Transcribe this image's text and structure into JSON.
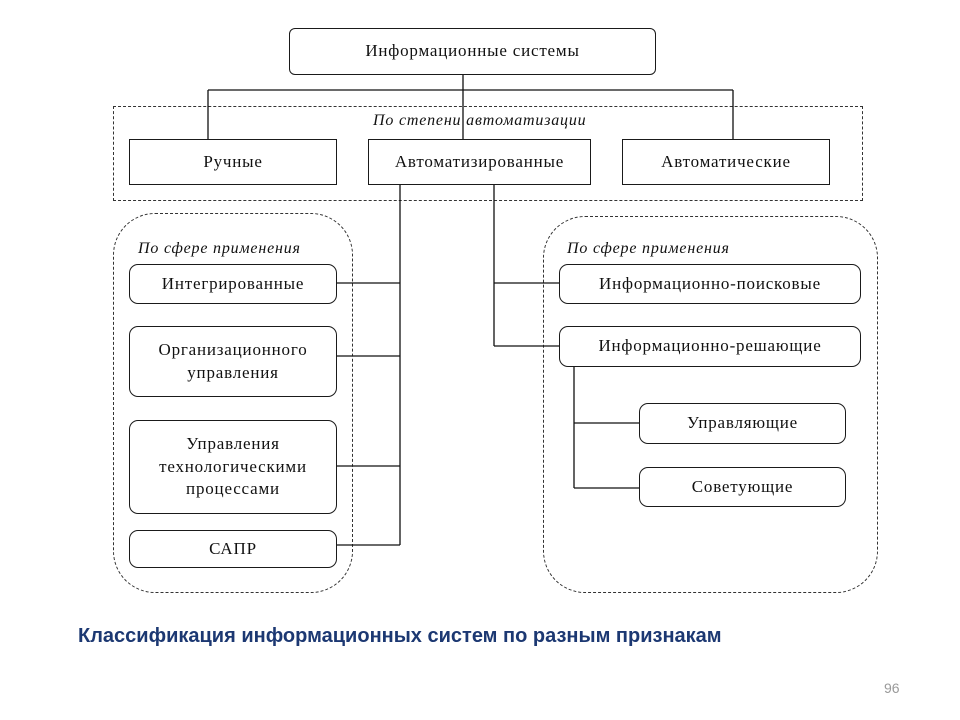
{
  "root": {
    "label": "Информационные системы"
  },
  "automation": {
    "label": "По степени автоматизации",
    "items": [
      {
        "label": "Ручные"
      },
      {
        "label": "Автоматизированные"
      },
      {
        "label": "Автоматические"
      }
    ]
  },
  "application_left": {
    "label": "По сфере применения",
    "items": [
      {
        "label": "Интегрированные"
      },
      {
        "label": "Организационного\nуправления"
      },
      {
        "label": "Управления\nтехнологическими\nпроцессами"
      },
      {
        "label": "САПР"
      }
    ]
  },
  "application_right": {
    "label": "По сфере применения",
    "items": [
      {
        "label": "Информационно-поисковые"
      },
      {
        "label": "Информационно-решающие"
      }
    ],
    "subitems": [
      {
        "label": "Управляющие"
      },
      {
        "label": "Советующие"
      }
    ]
  },
  "caption": "Классификация информационных систем по разным признакам",
  "page_number": "96",
  "colors": {
    "caption": "#1c3872",
    "lines": "#111111",
    "page_number": "#9a9a9a"
  }
}
